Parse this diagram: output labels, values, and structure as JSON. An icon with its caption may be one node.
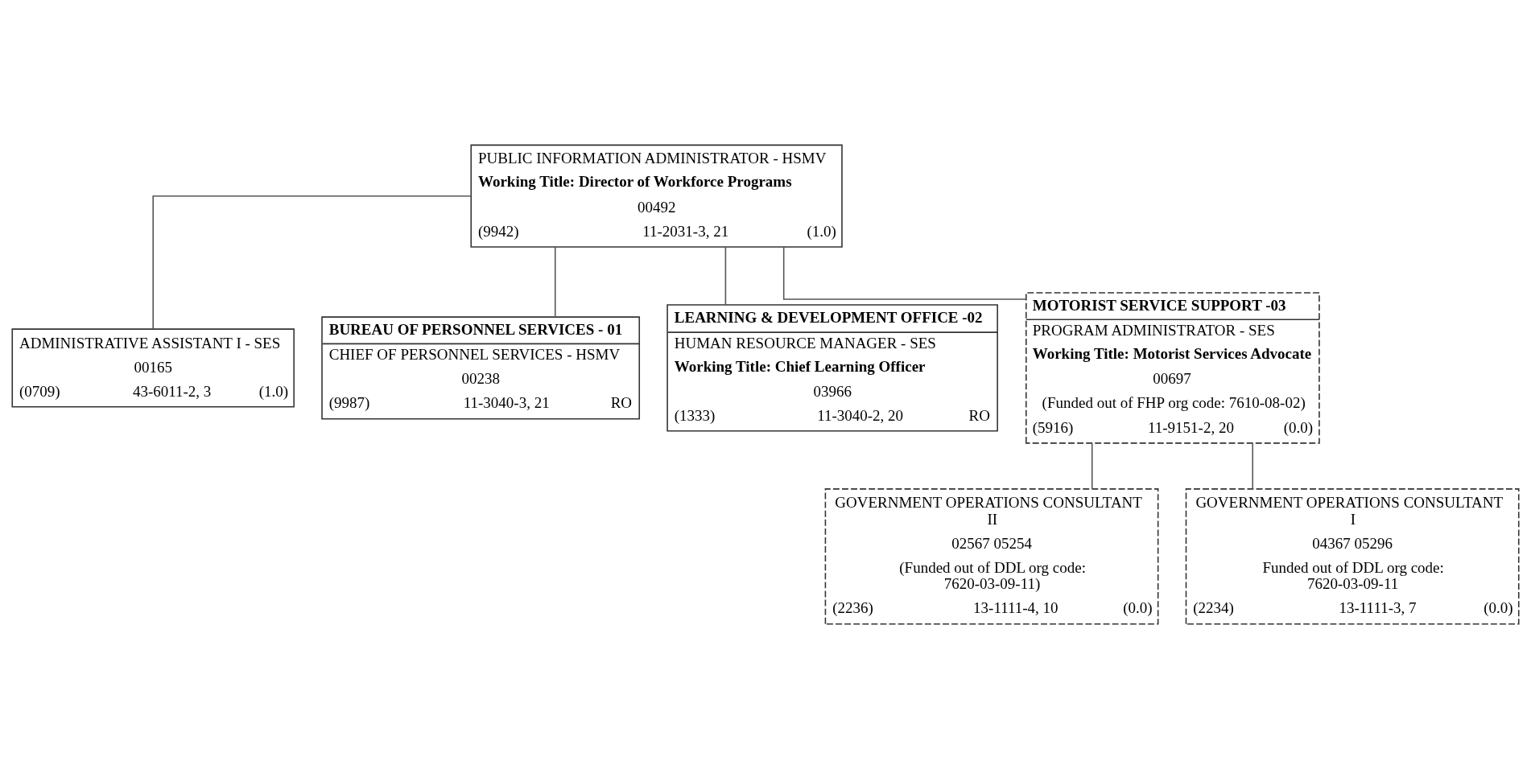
{
  "diagram": {
    "nodes": [
      {
        "text": [
          "PUBLIC INFORMATION ADMINISTRATOR - HSMV",
          "Working Title: Director of Workforce Programs",
          "00492",
          "(9942)",
          "11-2031-3, 21",
          "(1.0)"
        ]
      },
      {
        "text": [
          "ADMINISTRATIVE ASSISTANT I - SES",
          "00165",
          "(0709)",
          "43-6011-2, 3",
          "(1.0)"
        ]
      },
      {
        "text": [
          "BUREAU OF PERSONNEL SERVICES - 01",
          "CHIEF OF PERSONNEL SERVICES - HSMV",
          "00238",
          "(9987)",
          "11-3040-3, 21",
          "RO"
        ]
      },
      {
        "text": [
          "LEARNING & DEVELOPMENT OFFICE -02",
          "HUMAN RESOURCE MANAGER - SES",
          "Working Title: Chief Learning Officer",
          "03966",
          "(1333)",
          "11-3040-2, 20",
          "RO"
        ]
      },
      {
        "text": [
          "MOTORIST SERVICE SUPPORT -03",
          "PROGRAM ADMINISTRATOR - SES",
          "Working Title: Motorist Services Advocate",
          "00697",
          "(Funded out of FHP org code: 7610-08-02)",
          "(5916)",
          "11-9151-2, 20",
          "(0.0)"
        ]
      },
      {
        "text": [
          "GOVERNMENT OPERATIONS CONSULTANT II",
          "02567 05254",
          "(Funded out of DDL org code: 7620-03-09-11)",
          "(2236)",
          "13-1111-4, 10",
          "(0.0)"
        ]
      },
      {
        "text": [
          "GOVERNMENT OPERATIONS CONSULTANT I",
          "04367 05296",
          "Funded out of DDL org code: 7620-03-09-11",
          "(2234)",
          "13-1111-3, 7",
          "(0.0)"
        ]
      }
    ],
    "edges": [
      {
        "from": 0,
        "to": 1,
        "arrow": "none"
      },
      {
        "from": 0,
        "to": 2,
        "arrow": "none"
      },
      {
        "from": 0,
        "to": 3,
        "arrow": "none"
      },
      {
        "from": 0,
        "to": 4,
        "arrow": "none"
      },
      {
        "from": 4,
        "to": 5,
        "arrow": "none"
      },
      {
        "from": 4,
        "to": 6,
        "arrow": "none"
      }
    ]
  }
}
